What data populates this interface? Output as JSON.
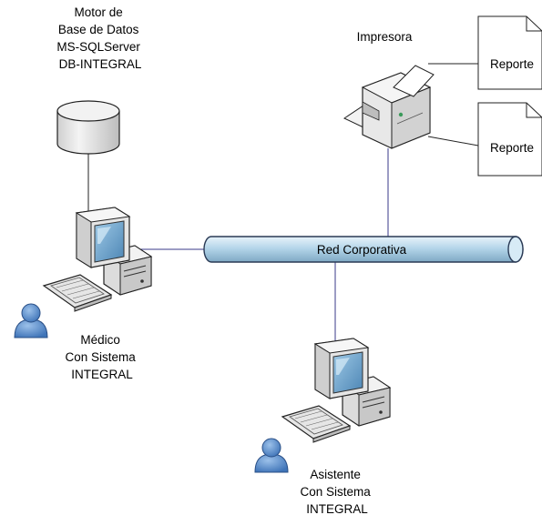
{
  "database": {
    "label_lines": [
      "Motor de",
      "Base de Datos",
      "MS-SQLServer",
      "DB-INTEGRAL"
    ]
  },
  "printer": {
    "label": "Impresora"
  },
  "reports": [
    {
      "label": "Reporte"
    },
    {
      "label": "Reporte"
    }
  ],
  "network": {
    "label": "Red Corporativa"
  },
  "doctor_station": {
    "label_lines": [
      "Médico",
      "Con Sistema",
      "INTEGRAL"
    ]
  },
  "assistant_station": {
    "label_lines": [
      "Asistente",
      "Con Sistema",
      "INTEGRAL"
    ]
  },
  "colors": {
    "pipe_fill": "#b5d6ea",
    "pipe_stroke": "#2a3a55",
    "connector": "#3a3a8a",
    "user_blue": "#4f84c4",
    "device_gray": "#e4e4e4"
  }
}
